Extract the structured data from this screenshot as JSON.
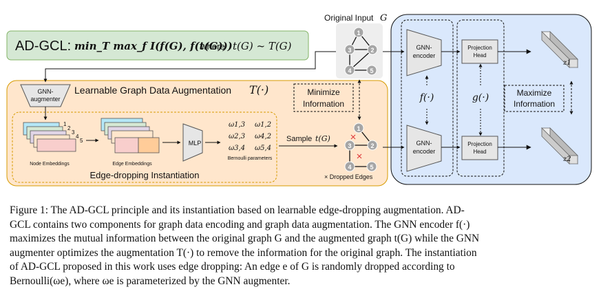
{
  "diagram": {
    "objective": {
      "label": "AD-GCL:",
      "formula": "min_T max_f I(f(G), f(t(G)))",
      "where": ", where",
      "constraint": "t(G) ~ T(G)"
    },
    "original_input": {
      "label": "Original Input",
      "symbol": "G",
      "nodes": [
        "1",
        "2",
        "3",
        "4",
        "5"
      ]
    },
    "augmenter": {
      "box_label": "GNN-augmenter",
      "title": "Learnable Graph Data Augmentation",
      "symbol": "T(·)",
      "node_embeddings_label": "Node Embeddings",
      "node_indices": [
        "1",
        "2",
        "3",
        "4",
        "5"
      ],
      "edge_embeddings_label": "Edge Embeddings",
      "mlp_label": "MLP",
      "weights": [
        "ω1,3",
        "ω1,2",
        "ω2,3",
        "ω4,2",
        "ω3,4",
        "ω5,4"
      ],
      "bernoulli_label": "Bernoulli parameters",
      "instantiation_label": "Edge-dropping Instantiation"
    },
    "minimize": {
      "line1": "Minimize",
      "line2": "Information"
    },
    "sample": {
      "label": "Sample",
      "symbol": "t(G)"
    },
    "augmented_graph": {
      "nodes": [
        "1",
        "2",
        "3",
        "4",
        "5"
      ],
      "dropped_legend": "× Dropped Edges"
    },
    "encoder": {
      "top_label_1": "GNN-",
      "top_label_2": "encoder",
      "bottom_label_1": "GNN-",
      "bottom_label_2": "encoder",
      "f_symbol": "f(·)",
      "projection_top_1": "Projection",
      "projection_top_2": "Head",
      "projection_bottom_1": "Projection",
      "projection_bottom_2": "Head",
      "g_symbol": "g(·)",
      "maximize_1": "Maximize",
      "maximize_2": "Information",
      "z1": "z1",
      "z2": "z2"
    }
  },
  "caption": {
    "line1": "Figure 1: The AD-GCL principle and its instantiation based on learnable edge-dropping augmentation. AD-",
    "line2": "GCL contains two components for graph data encoding and graph data augmentation. The GNN encoder f(·)",
    "line3": "maximizes the mutual information between the original graph G and the augmented graph t(G) while the GNN",
    "line4": "augmenter optimizes the augmentation T(·) to remove the information for the original graph. The instantiation",
    "line5": "of AD-GCL proposed in this work uses edge dropping: An edge e of G is randomly dropped according to",
    "line6": "Bernoulli(ωe), where ωe is parameterized by the GNN augmenter."
  }
}
